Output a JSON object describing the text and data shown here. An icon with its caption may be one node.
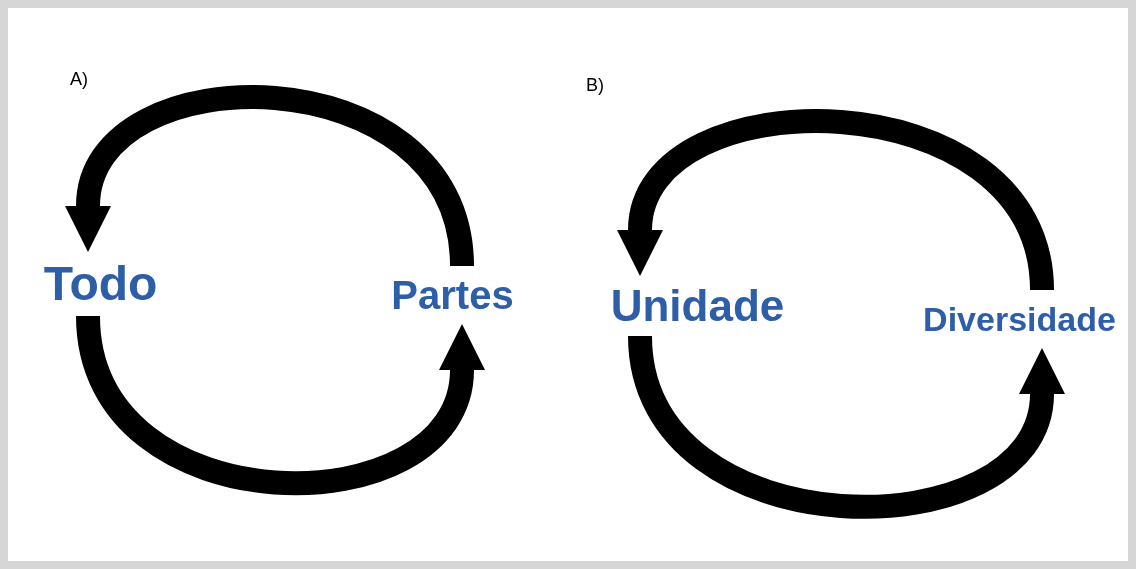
{
  "diagram": {
    "nodes": [
      {
        "text": [
          "Todo"
        ]
      },
      {
        "text": [
          "Partes"
        ]
      },
      {
        "text": [
          "Unidade"
        ]
      },
      {
        "text": [
          "Diversidade"
        ]
      }
    ],
    "edges": [
      {
        "from": 1,
        "to": 0,
        "arrow": "to"
      },
      {
        "from": 0,
        "to": 1,
        "arrow": "to"
      },
      {
        "from": 3,
        "to": 2,
        "arrow": "to"
      },
      {
        "from": 2,
        "to": 3,
        "arrow": "to"
      }
    ],
    "labels": [
      "A)",
      "B)"
    ]
  }
}
